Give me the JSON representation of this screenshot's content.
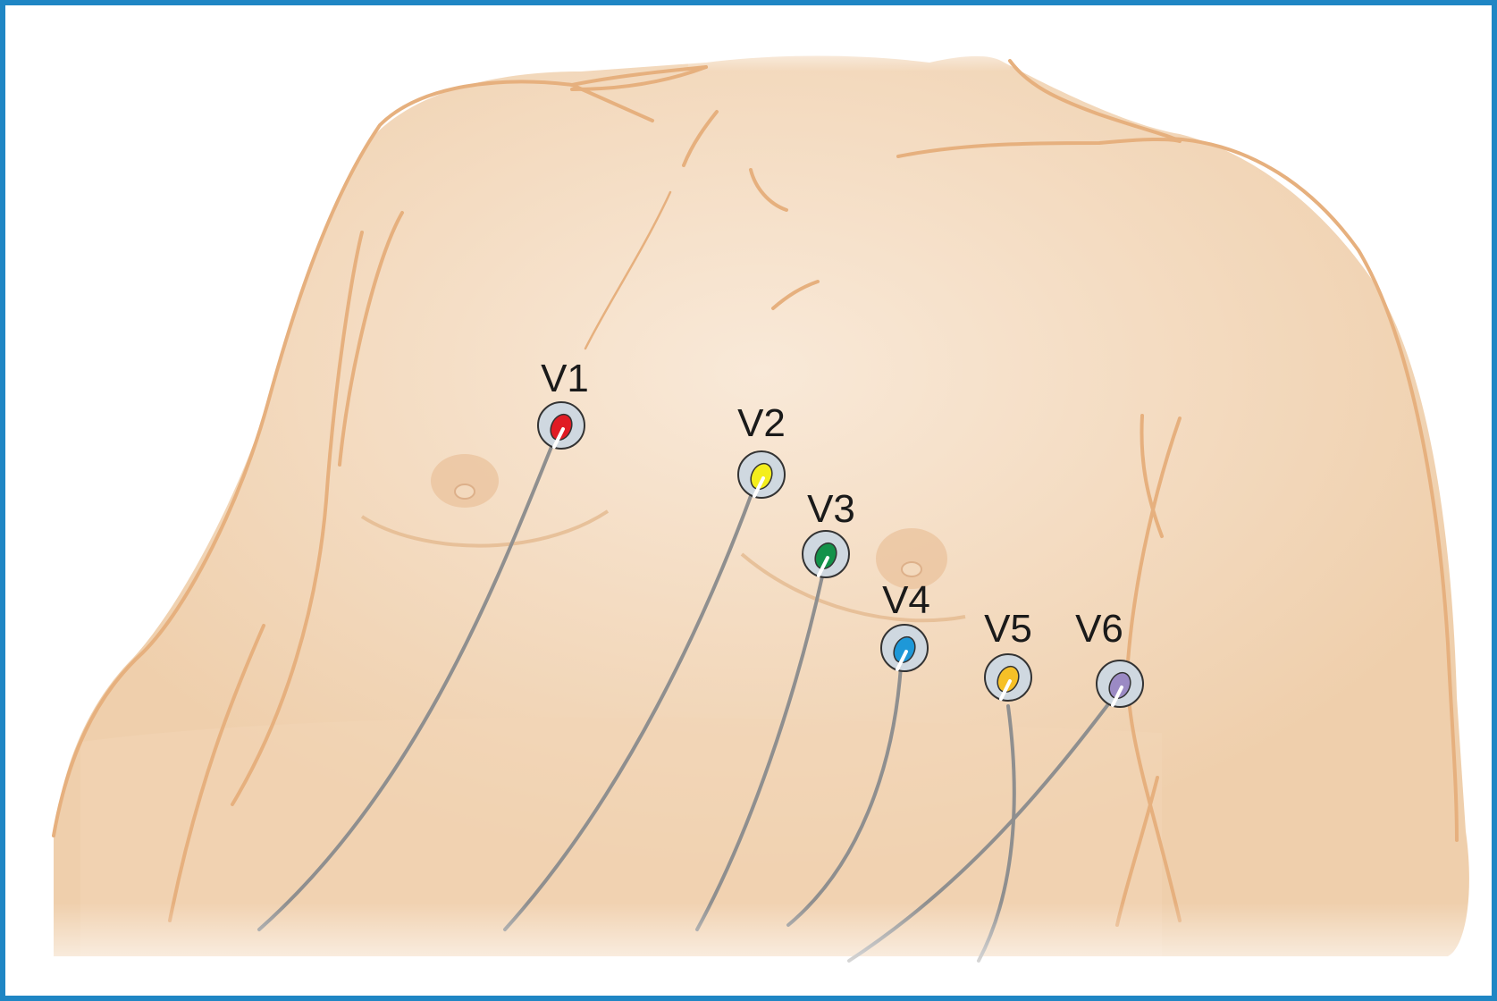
{
  "colors": {
    "frame_border": "#1f86c4",
    "skin": "#f0d1b0",
    "skin_highlight": "#f8e6d2",
    "outline": "#e6b07e",
    "wire": "#8f8f8f",
    "electrode_ring": "#cfd8e0"
  },
  "electrodes": [
    {
      "id": "v1",
      "label": "V1",
      "color": "#e01b24"
    },
    {
      "id": "v2",
      "label": "V2",
      "color": "#f4ee1c"
    },
    {
      "id": "v3",
      "label": "V3",
      "color": "#13924a"
    },
    {
      "id": "v4",
      "label": "V4",
      "color": "#1e98d8"
    },
    {
      "id": "v5",
      "label": "V5",
      "color": "#f6c027"
    },
    {
      "id": "v6",
      "label": "V6",
      "color": "#9b8ac4"
    }
  ]
}
